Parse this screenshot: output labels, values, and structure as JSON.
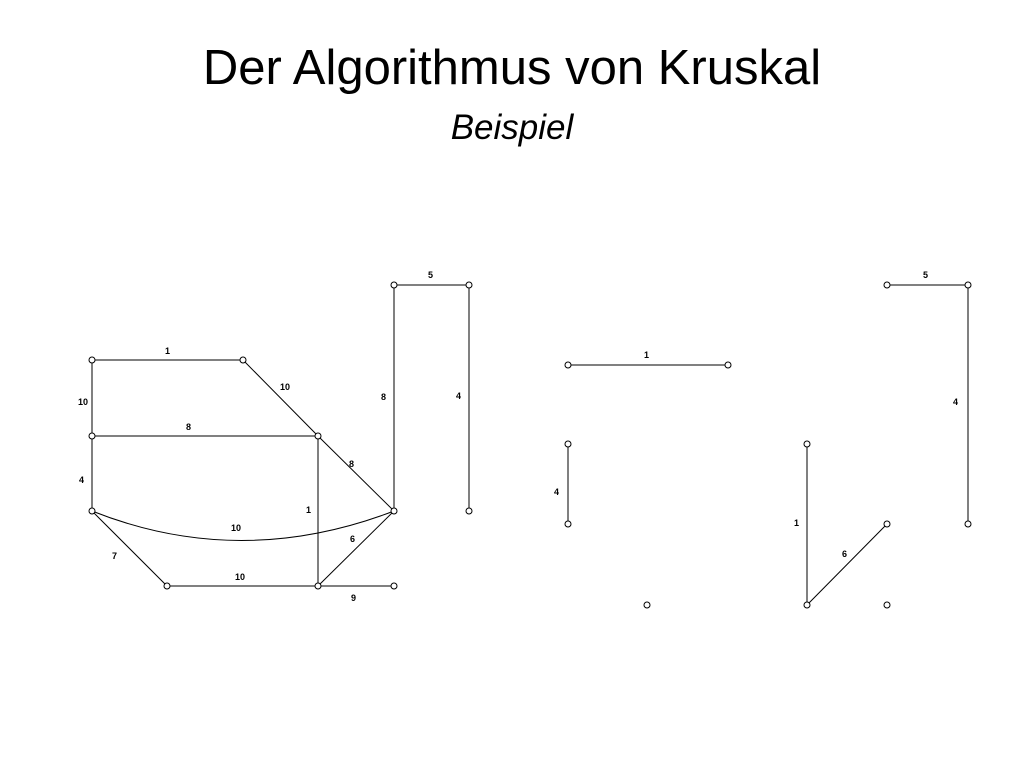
{
  "slide": {
    "title": "Der Algorithmus von Kruskal",
    "subtitle": "Beispiel"
  },
  "graph": {
    "edges": [
      {
        "id": "a-b",
        "weight": "1"
      },
      {
        "id": "a-d",
        "weight": "10"
      },
      {
        "id": "b-c",
        "weight": "10"
      },
      {
        "id": "d-c",
        "weight": "8"
      },
      {
        "id": "d-e",
        "weight": "4"
      },
      {
        "id": "c-g",
        "weight": "8"
      },
      {
        "id": "c-i",
        "weight": "1"
      },
      {
        "id": "e-g",
        "weight": "10"
      },
      {
        "id": "e-h",
        "weight": "7"
      },
      {
        "id": "h-i",
        "weight": "10"
      },
      {
        "id": "i-g",
        "weight": "6"
      },
      {
        "id": "i-j",
        "weight": "9"
      },
      {
        "id": "g-k",
        "weight": "8"
      },
      {
        "id": "k-l",
        "weight": "5"
      },
      {
        "id": "l-m",
        "weight": "4"
      }
    ]
  },
  "spanning_forest": {
    "edges": [
      {
        "id": "a-b",
        "weight": "1"
      },
      {
        "id": "d-e",
        "weight": "4"
      },
      {
        "id": "c-i",
        "weight": "1"
      },
      {
        "id": "i-g",
        "weight": "6"
      },
      {
        "id": "k-l",
        "weight": "5"
      },
      {
        "id": "l-m",
        "weight": "4"
      }
    ]
  }
}
